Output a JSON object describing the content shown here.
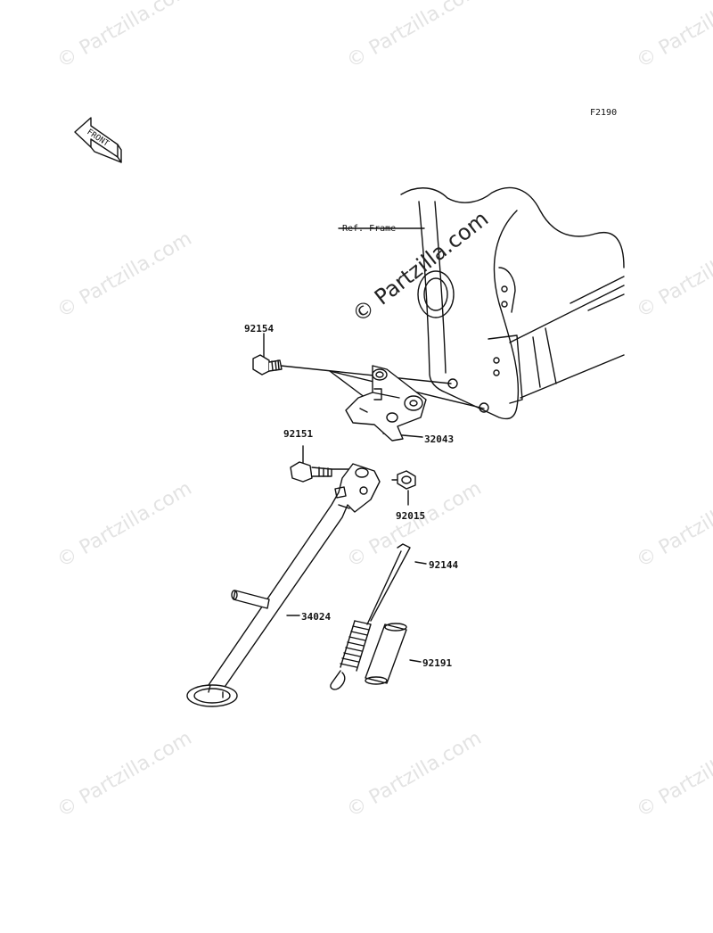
{
  "figure_code": "F2190",
  "front_arrow": "FRONT",
  "ref_frame": "Ref. Frame",
  "watermark": "© Partzilla.com",
  "parts": {
    "p92154": "92154",
    "p92151": "92151",
    "p32043": "32043",
    "p92015": "92015",
    "p92144": "92144",
    "p34024": "34024",
    "p92191": "92191"
  }
}
